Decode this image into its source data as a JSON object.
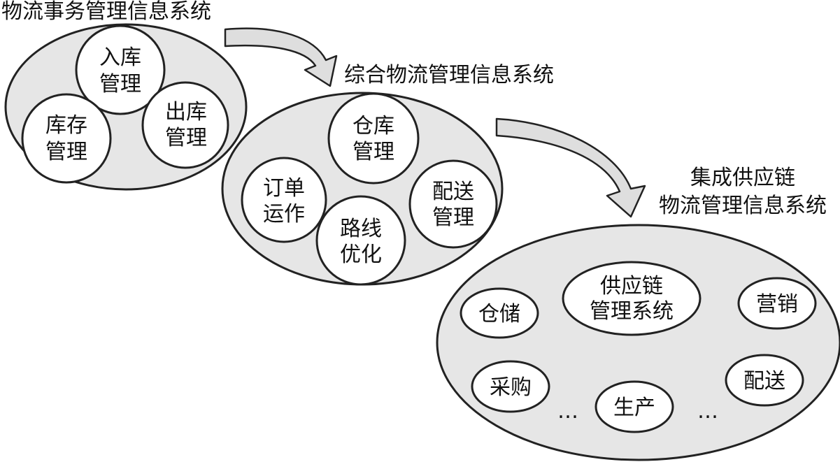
{
  "stage1": {
    "title": "物流事务管理信息系统",
    "modules": {
      "inbound": [
        "入库",
        "管理"
      ],
      "outbound": [
        "出库",
        "管理"
      ],
      "inventory": [
        "库存",
        "管理"
      ]
    }
  },
  "stage2": {
    "title": "综合物流管理信息系统",
    "modules": {
      "warehouse": [
        "仓库",
        "管理"
      ],
      "order": [
        "订单",
        "运作"
      ],
      "route": [
        "路线",
        "优化"
      ],
      "delivery": [
        "配送",
        "管理"
      ]
    }
  },
  "stage3": {
    "title_lines": [
      "集成供应链",
      "物流管理信息系统"
    ],
    "modules": {
      "scm": [
        "供应链",
        "管理系统"
      ],
      "storage": "仓储",
      "marketing": "营销",
      "purchasing": "采购",
      "production": "生产",
      "distribution": "配送",
      "ellipsis": "…"
    }
  }
}
